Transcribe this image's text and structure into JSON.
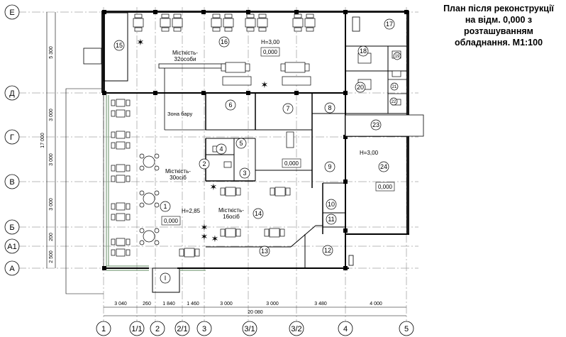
{
  "title_lines": [
    "План після реконструкції",
    "на відм. 0,000 з",
    "розташуванням",
    "обладнання. М1:100"
  ],
  "axes": {
    "horizontal": [
      "1",
      "1/1",
      "2",
      "2/1",
      "3",
      "3/1",
      "3/2",
      "4",
      "5"
    ],
    "vertical": [
      "Е",
      "Д",
      "Г",
      "В",
      "Б",
      "А1",
      "А"
    ]
  },
  "dims": {
    "bottom": [
      "3 040",
      "260",
      "1 840",
      "1 460",
      "3 000",
      "3 000",
      "3 480",
      "4 000"
    ],
    "bottom_total": "20 080",
    "left": [
      "5 300",
      "3 000",
      "3 000",
      "3 000",
      "200",
      "2 500"
    ],
    "left_total": "17 000"
  },
  "rooms": [
    "1",
    "2",
    "3",
    "4",
    "5",
    "6",
    "7",
    "8",
    "9",
    "10",
    "11",
    "12",
    "13",
    "14",
    "15",
    "16",
    "17",
    "18",
    "19",
    "20",
    "21",
    "22",
    "23",
    "24"
  ],
  "labels": {
    "cap_top": [
      "Місткість-",
      "32особи"
    ],
    "cap_left": [
      "Місткість-",
      "30осіб"
    ],
    "cap_mid": [
      "Місткість-",
      "16осіб"
    ],
    "bar_zone": "Зона бару",
    "h_top": "Н=3,00",
    "h_left": "Н=2,85",
    "h_right": "Н=3,00",
    "elev": "0,000",
    "entry": "І"
  },
  "colors": {
    "wall": "#000000",
    "wall_fill": "#1a1a1a",
    "glass": "#7fa07f",
    "line": "#555555"
  }
}
